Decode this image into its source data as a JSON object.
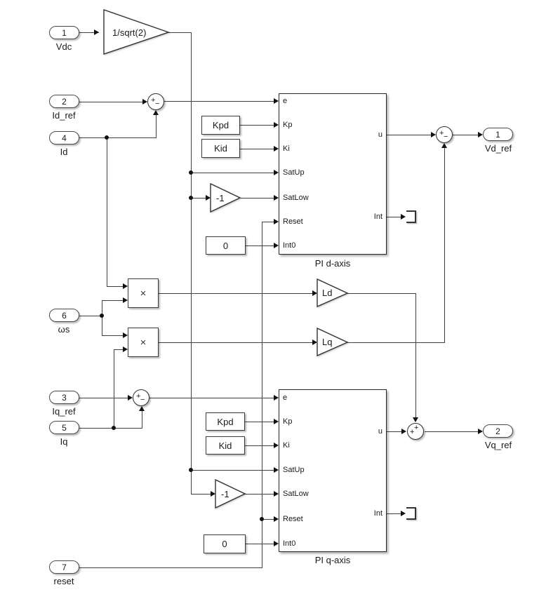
{
  "inports": {
    "vdc": {
      "num": "1",
      "label": "Vdc"
    },
    "id_ref": {
      "num": "2",
      "label": "Id_ref"
    },
    "id": {
      "num": "4",
      "label": "Id"
    },
    "ws": {
      "num": "6",
      "label": "ωs"
    },
    "iq_ref": {
      "num": "3",
      "label": "Iq_ref"
    },
    "iq": {
      "num": "5",
      "label": "Iq"
    },
    "reset": {
      "num": "7",
      "label": "reset"
    }
  },
  "outports": {
    "vd_ref": {
      "num": "1",
      "label": "Vd_ref"
    },
    "vq_ref": {
      "num": "2",
      "label": "Vq_ref"
    }
  },
  "blocks": {
    "gain_vdc": "1/sqrt(2)",
    "gain_neg1_d": "-1",
    "gain_neg1_q": "-1",
    "gain_ld": "Ld",
    "gain_lq": "Lq",
    "const_kpd_d": "Kpd",
    "const_kid_d": "Kid",
    "const_zero_d": "0",
    "const_kpd_q": "Kpd",
    "const_kid_q": "Kid",
    "const_zero_q": "0",
    "product": "×"
  },
  "pi_d": {
    "name": "PI d-axis",
    "in": [
      "e",
      "Kp",
      "Ki",
      "SatUp",
      "SatLow",
      "Reset",
      "Int0"
    ],
    "out": [
      "u",
      "Int"
    ]
  },
  "pi_q": {
    "name": "PI q-axis",
    "in": [
      "e",
      "Kp",
      "Ki",
      "SatUp",
      "SatLow",
      "Reset",
      "Int0"
    ],
    "out": [
      "u",
      "Int"
    ]
  },
  "signs": {
    "plus": "+",
    "minus": "−"
  }
}
